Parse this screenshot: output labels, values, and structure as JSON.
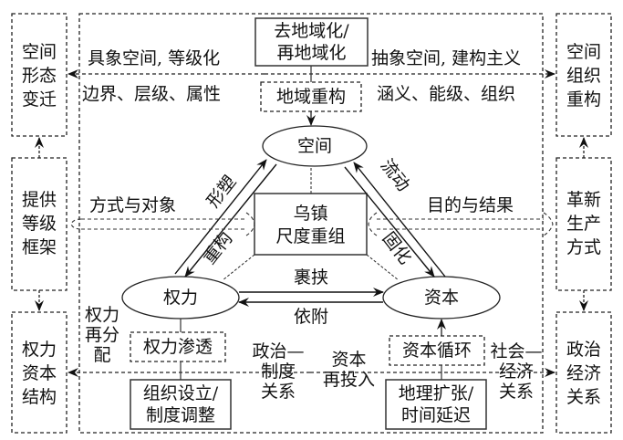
{
  "side_boxes": {
    "left_top": "空间\n形态\n变迁",
    "left_mid": "提供\n等级\n框架",
    "left_bot": "权力\n资本\n结构",
    "right_top": "空间\n组织\n重构",
    "right_mid": "革新\n生产\n方式",
    "right_bot": "政治\n经济\n关系"
  },
  "top": {
    "box_solid": "去地域化/\n再地域化",
    "box_dashed": "地域重构",
    "left_above": "具象空间, 等级化",
    "left_below": "边界、层级、属性",
    "right_above": "抽象空间, 建构主义",
    "right_below": "涵义、能级、组织"
  },
  "nodes": {
    "space": "空间",
    "power": "权力",
    "capital": "资本",
    "center": "乌镇\n尺度重组"
  },
  "edges": {
    "shape": "形塑",
    "restructure": "重构",
    "flow": "流动",
    "solidify": "固化",
    "coerce": "裹挟",
    "depend": "依附"
  },
  "middle": {
    "left_label": "方式与对象",
    "right_label": "目的与结果"
  },
  "bottom": {
    "power_redistribution": "权力\n再分\n配",
    "power_penetration": "权力渗透",
    "org_setup": "组织设立/\n制度调整",
    "political_institutional": "政治—\n制度\n关系",
    "capital_reinvest": "资本\n再投入",
    "capital_cycle": "资本循环",
    "geo_expansion": "地理扩张/\n时间延迟",
    "socio_economic": "社会—\n经济\n关系"
  }
}
